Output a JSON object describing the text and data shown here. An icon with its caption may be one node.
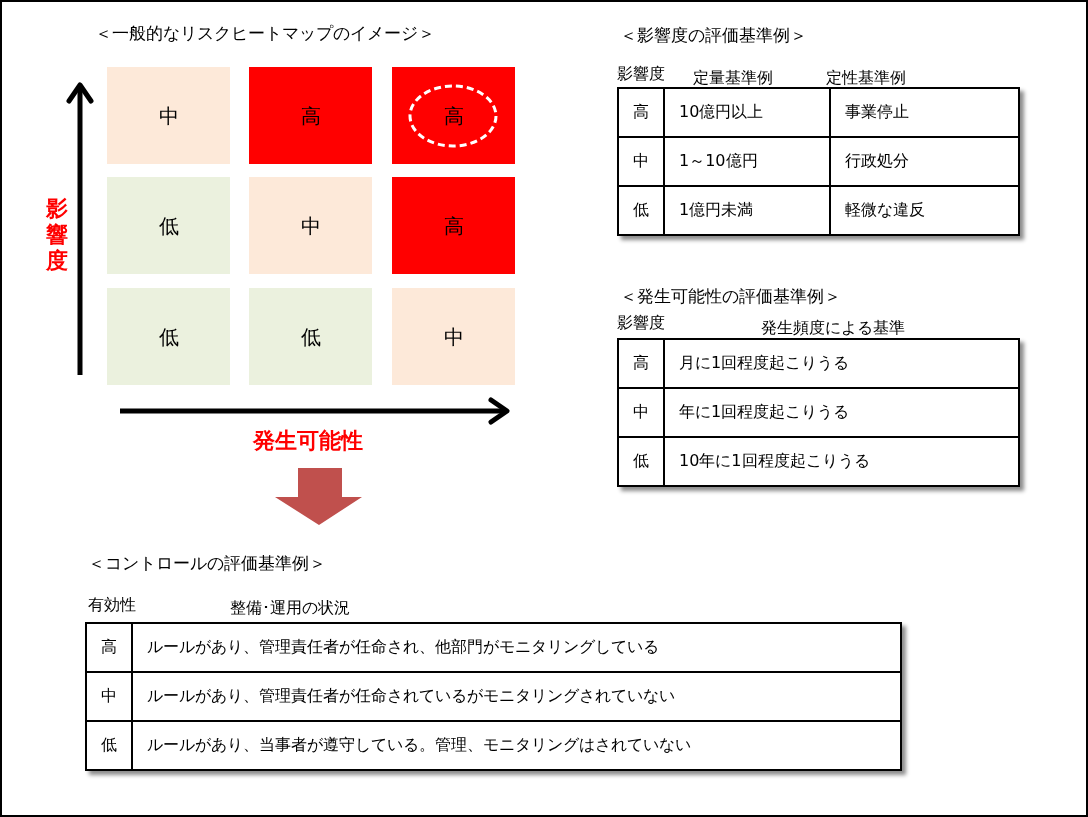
{
  "diagram": {
    "nodes": [
      {
        "text": [
          "中"
        ]
      },
      {
        "text": [
          "高"
        ]
      },
      {
        "text": [
          "高"
        ]
      },
      {
        "text": [
          "低"
        ]
      },
      {
        "text": [
          "中"
        ]
      },
      {
        "text": [
          "高"
        ]
      },
      {
        "text": [
          "低"
        ]
      },
      {
        "text": [
          "低"
        ]
      },
      {
        "text": [
          "中"
        ]
      }
    ],
    "labels": [
      "＜一般的なリスクヒートマップのイメージ＞",
      "影響度",
      "発生可能性",
      "＜影響度の評価基準例＞",
      "影響度",
      "定量基準例",
      "定性基準例",
      "高",
      "10億円以上",
      "事業停止",
      "中",
      "1～10億円",
      "行政処分",
      "低",
      "1億円未満",
      "軽微な違反",
      "＜発生可能性の評価基準例＞",
      "影響度",
      "発生頻度による基準",
      "高",
      "月に1回程度起こりうる",
      "中",
      "年に1回程度起こりうる",
      "低",
      "10年に1回程度起こりうる",
      "＜コントロールの評価基準例＞",
      "有効性",
      "整備･運用の状況",
      "高",
      "ルールがあり、管理責任者が任命され、他部門がモニタリングしている",
      "中",
      "ルールがあり、管理責任者が任命されているがモニタリングされていない",
      "低",
      "ルールがあり、当事者が遵守している。管理、モニタリングはされていない"
    ]
  }
}
